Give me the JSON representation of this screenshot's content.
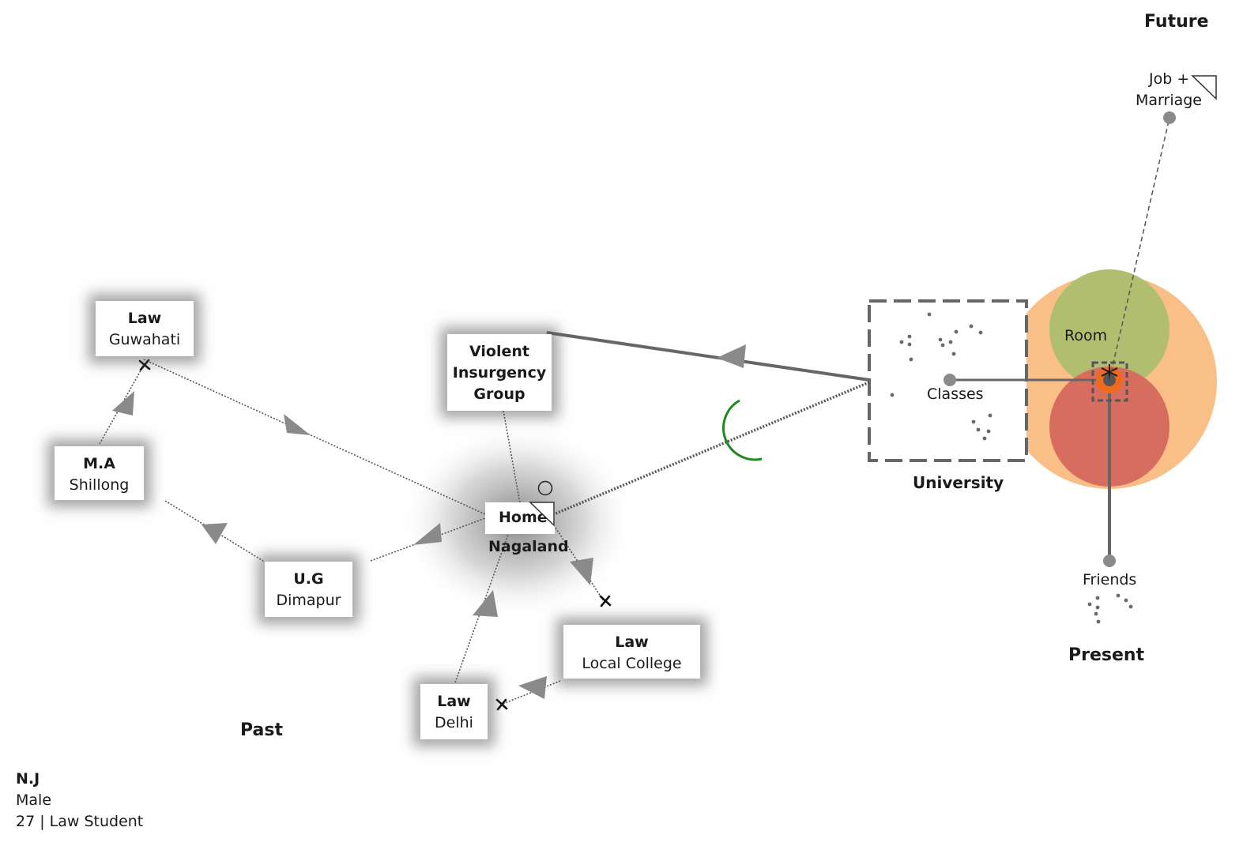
{
  "periods": {
    "past": "Past",
    "present": "Present",
    "future": "Future"
  },
  "person": {
    "initials": "N.J",
    "gender": "Male",
    "details": "27 | Law Student"
  },
  "nodes": {
    "law_guwahati": {
      "line1": "Law",
      "line2": "Guwahati"
    },
    "ma_shillong": {
      "line1": "M.A",
      "line2": "Shillong"
    },
    "ug_dimapur": {
      "line1": "U.G",
      "line2": "Dimapur"
    },
    "violent_group": {
      "line1": "Violent",
      "line2": "Insurgency",
      "line3": "Group"
    },
    "home": {
      "line1": "Home",
      "place": "Nagaland"
    },
    "law_local": {
      "line1": "Law",
      "line2": "Local College"
    },
    "law_delhi": {
      "line1": "Law",
      "line2": "Delhi"
    }
  },
  "present_places": {
    "university": "University",
    "classes": "Classes",
    "room": "Room",
    "friends": "Friends"
  },
  "future_place": {
    "line1": "Job +",
    "line2": "Marriage"
  },
  "colors": {
    "outer_circle": "#f9bf86",
    "room_circle": "#b1be70",
    "red_circle": "#d66d5e",
    "center_dot": "#ef6a1a",
    "arc": "#1e8a1e",
    "line_gray": "#666666",
    "arrow_gray": "#8a8a8a"
  }
}
